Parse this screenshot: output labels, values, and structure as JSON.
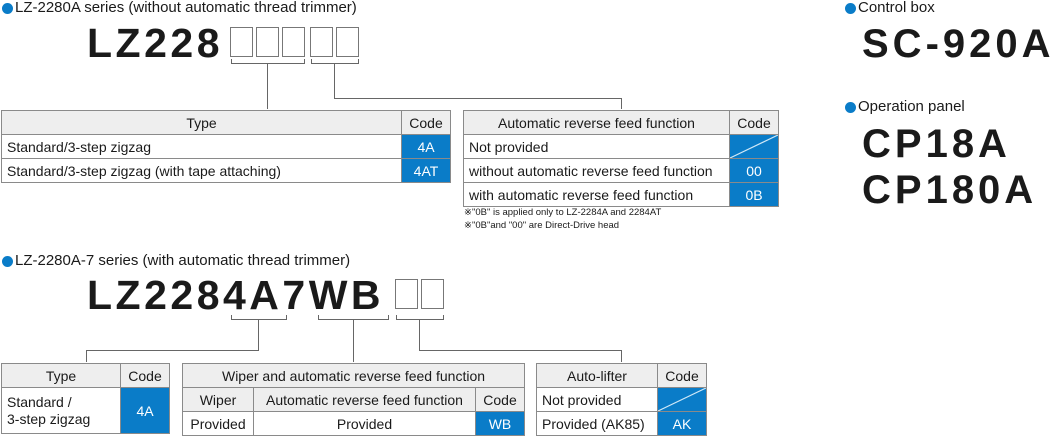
{
  "section1": {
    "heading": "LZ-2280A series (without automatic thread trimmer)",
    "model_prefix": "LZ228",
    "type_table": {
      "headers": [
        "Type",
        "Code"
      ],
      "rows": [
        {
          "label": "Standard/3-step zigzag",
          "code": "4A"
        },
        {
          "label": "Standard/3-step zigzag (with tape attaching)",
          "code": "4AT"
        }
      ]
    },
    "reverse_table": {
      "headers": [
        "Automatic reverse feed function",
        "Code"
      ],
      "rows": [
        {
          "label": "Not provided",
          "code": ""
        },
        {
          "label": "without automatic reverse feed function",
          "code": "00"
        },
        {
          "label": "with automatic reverse feed function",
          "code": "0B"
        }
      ]
    },
    "notes": [
      "※\"0B\" is applied only to LZ-2284A and 2284AT",
      "※\"0B\"and \"00\" are Direct-Drive head"
    ]
  },
  "section2": {
    "heading": "LZ-2280A-7 series (with automatic thread trimmer)",
    "model_prefix": "LZ2284A7WB",
    "type_table": {
      "headers": [
        "Type",
        "Code"
      ],
      "label_line1": "Standard /",
      "label_line2": "3-step zigzag",
      "code": "4A"
    },
    "wiper_table": {
      "title": "Wiper and automatic reverse feed function",
      "headers": [
        "Wiper",
        "Automatic reverse feed function",
        "Code"
      ],
      "row": {
        "wiper": "Provided",
        "reverse": "Provided",
        "code": "WB"
      }
    },
    "lifter_table": {
      "headers": [
        "Auto-lifter",
        "Code"
      ],
      "rows": [
        {
          "label": "Not provided",
          "code": ""
        },
        {
          "label": "Provided (AK85)",
          "code": "AK"
        }
      ]
    }
  },
  "control_box": {
    "heading": "Control box",
    "model": "SC-920A"
  },
  "operation_panel": {
    "heading": "Operation panel",
    "models": [
      "CP18A",
      "CP180A"
    ]
  },
  "colors": {
    "accent": "#0a7cc8",
    "header_bg": "#eeeeee",
    "border": "#8a8a8a"
  }
}
